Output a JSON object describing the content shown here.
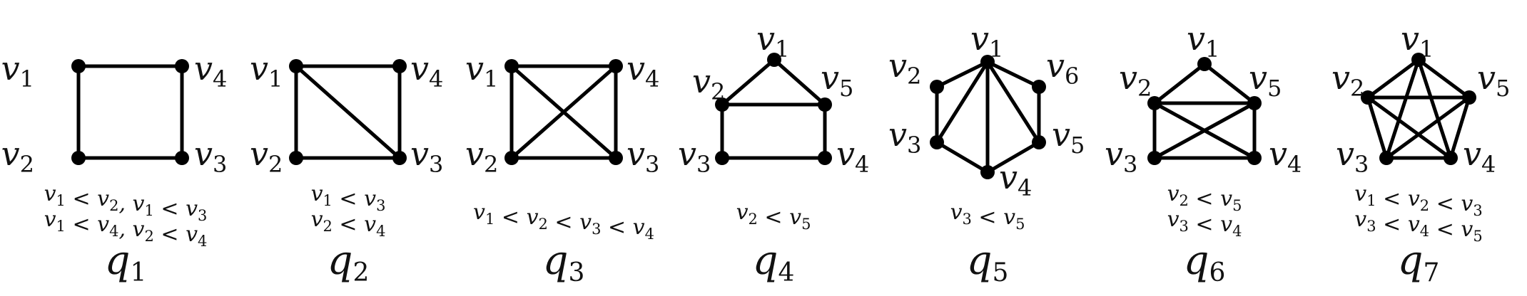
{
  "figure": {
    "graphs": [
      {
        "label": "q1",
        "label_main": "q",
        "label_sub": "1",
        "vertices": [
          "1",
          "2",
          "3",
          "4"
        ],
        "edges": [
          [
            "1",
            "4"
          ],
          [
            "1",
            "2"
          ],
          [
            "2",
            "3"
          ],
          [
            "4",
            "3"
          ]
        ],
        "constraints": [
          "v1 < v2, v1 < v3",
          "v1 < v4, v2 < v4"
        ]
      },
      {
        "label": "q2",
        "label_main": "q",
        "label_sub": "2",
        "vertices": [
          "1",
          "2",
          "3",
          "4"
        ],
        "edges": [
          [
            "1",
            "4"
          ],
          [
            "1",
            "2"
          ],
          [
            "2",
            "3"
          ],
          [
            "4",
            "3"
          ],
          [
            "1",
            "3"
          ]
        ],
        "constraints": [
          "v1 < v3",
          "v2 < v4"
        ]
      },
      {
        "label": "q3",
        "label_main": "q",
        "label_sub": "3",
        "vertices": [
          "1",
          "2",
          "3",
          "4"
        ],
        "edges": [
          [
            "1",
            "4"
          ],
          [
            "1",
            "2"
          ],
          [
            "2",
            "3"
          ],
          [
            "4",
            "3"
          ],
          [
            "1",
            "3"
          ],
          [
            "2",
            "4"
          ]
        ],
        "constraints": [
          "v1 < v2 < v3 < v4"
        ]
      },
      {
        "label": "q4",
        "label_main": "q",
        "label_sub": "4",
        "vertices": [
          "1",
          "2",
          "3",
          "4",
          "5"
        ],
        "edges": [
          [
            "1",
            "2"
          ],
          [
            "1",
            "5"
          ],
          [
            "2",
            "5"
          ],
          [
            "2",
            "3"
          ],
          [
            "5",
            "4"
          ],
          [
            "3",
            "4"
          ]
        ],
        "constraints": [
          "v2 < v5"
        ]
      },
      {
        "label": "q5",
        "label_main": "q",
        "label_sub": "5",
        "vertices": [
          "1",
          "2",
          "3",
          "4",
          "5",
          "6"
        ],
        "edges": [
          [
            "1",
            "2"
          ],
          [
            "1",
            "6"
          ],
          [
            "2",
            "3"
          ],
          [
            "3",
            "4"
          ],
          [
            "4",
            "5"
          ],
          [
            "5",
            "6"
          ],
          [
            "1",
            "3"
          ],
          [
            "1",
            "4"
          ],
          [
            "1",
            "5"
          ]
        ],
        "constraints": [
          "v3 < v5"
        ]
      },
      {
        "label": "q6",
        "label_main": "q",
        "label_sub": "6",
        "vertices": [
          "1",
          "2",
          "3",
          "4",
          "5"
        ],
        "edges": [
          [
            "1",
            "2"
          ],
          [
            "1",
            "5"
          ],
          [
            "2",
            "5"
          ],
          [
            "2",
            "3"
          ],
          [
            "5",
            "4"
          ],
          [
            "3",
            "4"
          ],
          [
            "2",
            "4"
          ],
          [
            "3",
            "5"
          ]
        ],
        "constraints": [
          "v2 < v5",
          "v3 < v4"
        ]
      },
      {
        "label": "q7",
        "label_main": "q",
        "label_sub": "7",
        "vertices": [
          "1",
          "2",
          "3",
          "4",
          "5"
        ],
        "edges": [
          [
            "1",
            "2"
          ],
          [
            "1",
            "5"
          ],
          [
            "2",
            "5"
          ],
          [
            "2",
            "3"
          ],
          [
            "5",
            "4"
          ],
          [
            "3",
            "4"
          ],
          [
            "1",
            "3"
          ],
          [
            "1",
            "4"
          ],
          [
            "2",
            "4"
          ],
          [
            "3",
            "5"
          ]
        ],
        "constraints": [
          "v1 < v2 < v3",
          "v3 < v4 < v5"
        ]
      }
    ]
  }
}
